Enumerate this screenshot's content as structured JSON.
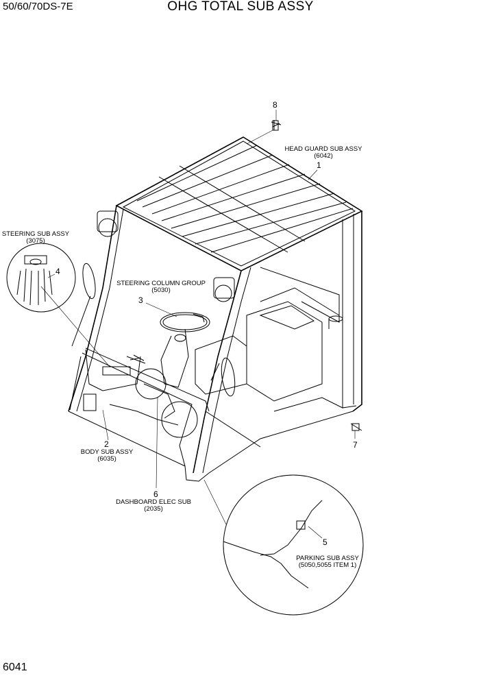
{
  "header": {
    "model": "50/60/70DS-7E",
    "title": "OHG TOTAL SUB ASSY"
  },
  "footer": {
    "page_number": "6041"
  },
  "callouts": [
    {
      "id": "1",
      "number": "1",
      "name": "HEAD GUARD SUB ASSY",
      "code": "(6042)"
    },
    {
      "id": "2",
      "number": "2",
      "name": "BODY SUB ASSY",
      "code": "(6035)"
    },
    {
      "id": "3",
      "number": "3",
      "name": "STEERING COLUMN GROUP",
      "code": "(5030)"
    },
    {
      "id": "4",
      "number": "4",
      "name": "STEERING SUB ASSY",
      "code": "(3075)"
    },
    {
      "id": "5",
      "number": "5",
      "name": "PARKING SUB ASSY",
      "code": "(5050,5055 ITEM 1)"
    },
    {
      "id": "6",
      "number": "6",
      "name": "DASHBOARD ELEC SUB",
      "code": "(2035)"
    },
    {
      "id": "7",
      "number": "7"
    },
    {
      "id": "8",
      "number": "8"
    }
  ]
}
